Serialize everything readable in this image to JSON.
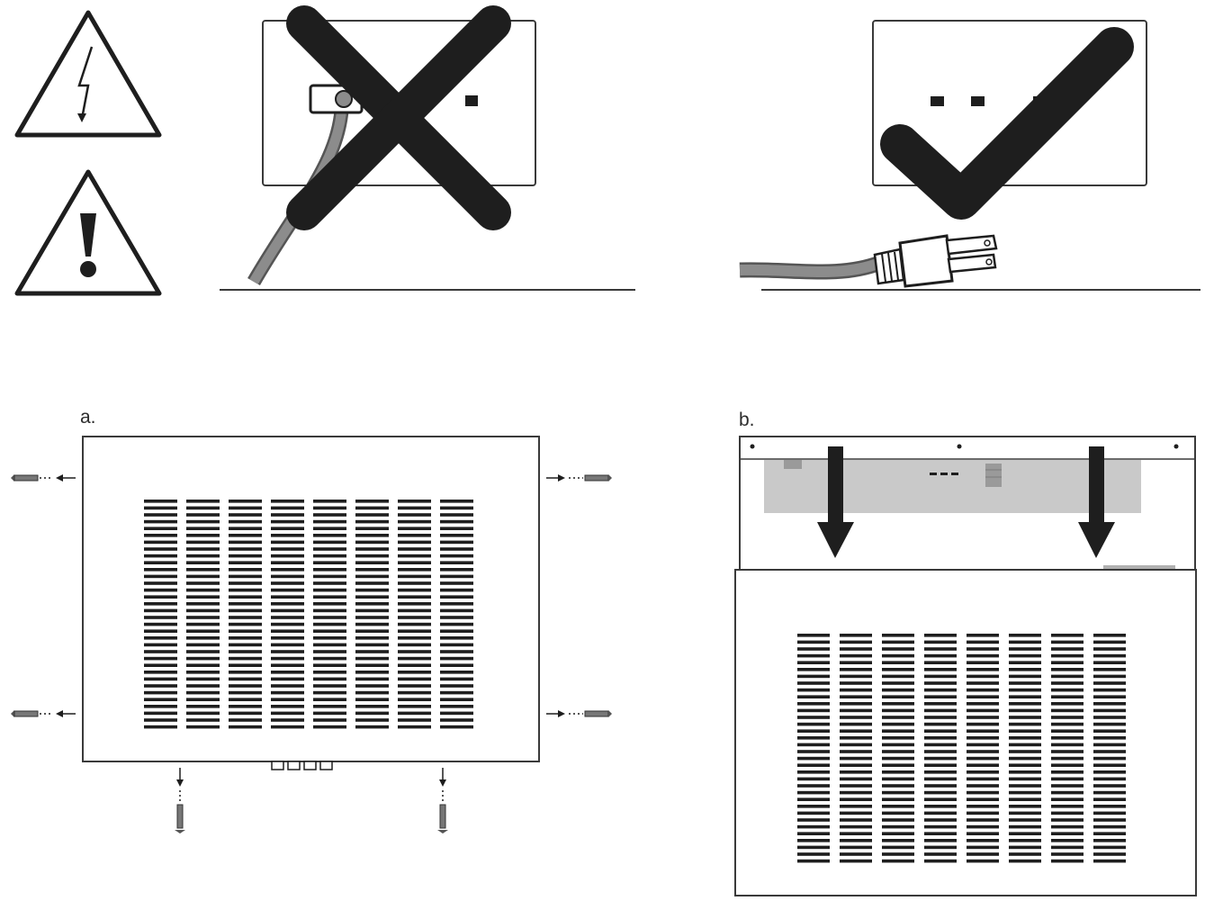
{
  "labels": {
    "panel_a": "a.",
    "panel_b": "b."
  },
  "colors": {
    "ink": "#1e1e1e",
    "line": "#3a3a3a",
    "cord": "#8c8c8c",
    "board": "#c9c9c9",
    "board_part": "#9a9a9a"
  },
  "icons": [
    "electric-shock-warning-icon",
    "caution-warning-icon",
    "prohibited-x-icon",
    "approved-check-icon"
  ],
  "grille": {
    "columns": 8,
    "rows": 34
  }
}
